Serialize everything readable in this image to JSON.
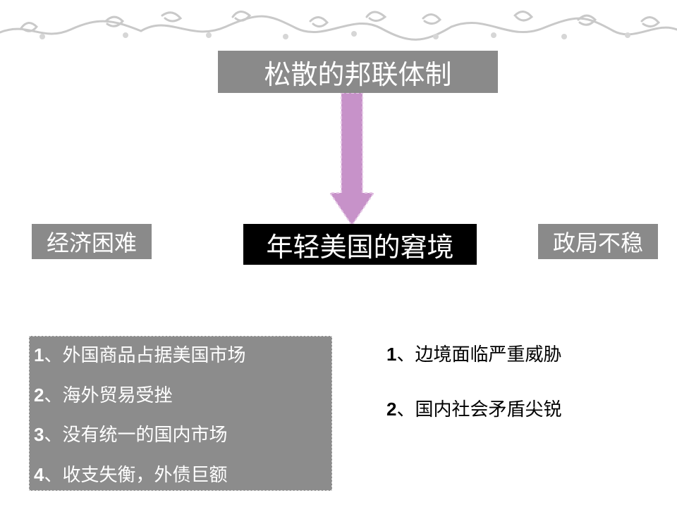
{
  "title": "松散的邦联体制",
  "center": "年轻美国的窘境",
  "left_label": "经济困难",
  "right_label": "政局不稳",
  "economic_items": [
    {
      "num": "1",
      "text": "、外国商品占据美国市场"
    },
    {
      "num": "2",
      "text": "、海外贸易受挫"
    },
    {
      "num": "3",
      "text": "、没有统一的国内市场"
    },
    {
      "num": "4",
      "text": "、收支失衡，外债巨额"
    }
  ],
  "political_items": [
    {
      "num": "1",
      "text": "、边境面临严重威胁"
    },
    {
      "num": "2",
      "text": "、国内社会矛盾尖锐"
    }
  ],
  "colors": {
    "box_gray": "#8a8a8a",
    "arrow": "#c792c9",
    "center_bg": "#000000"
  },
  "icons": {
    "ornament": "scroll-vine-border-icon",
    "arrow": "down-arrow-icon"
  }
}
